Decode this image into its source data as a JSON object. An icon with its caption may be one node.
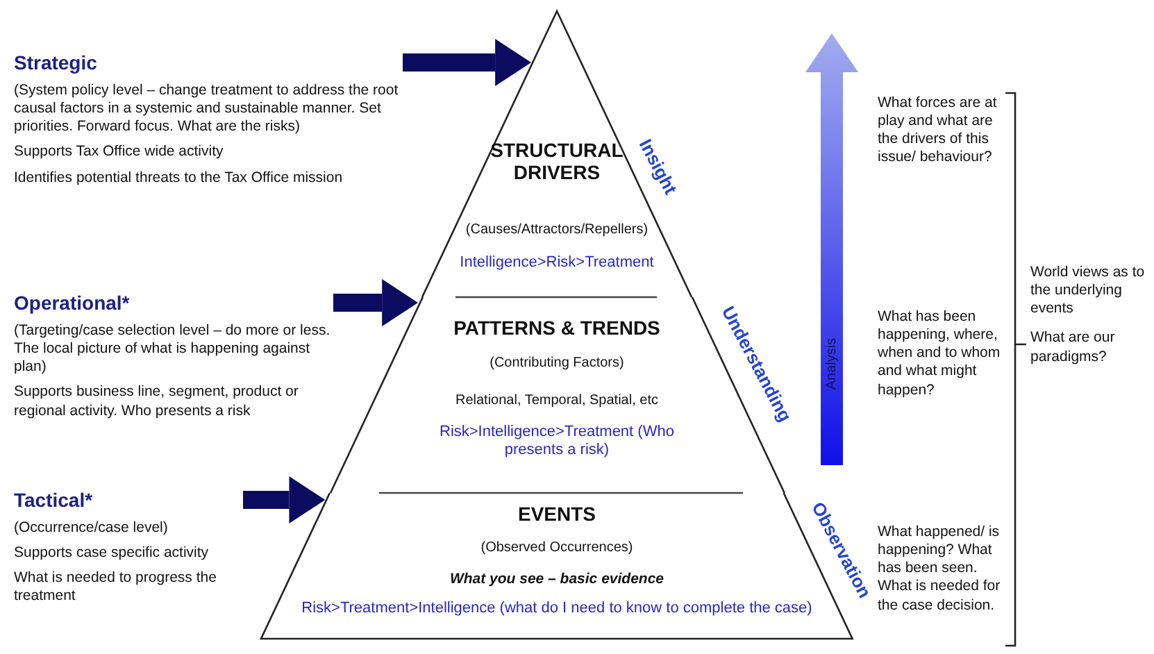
{
  "diagram": {
    "nodes": [
      {
        "text": [
          "Strategic",
          "(System policy level – change treatment to address the root causal factors in a systemic and sustainable manner. Set priorities. Forward focus. What are the risks)",
          "Supports Tax Office wide activity",
          "Identifies potential threats to the Tax Office mission"
        ]
      },
      {
        "text": [
          "Operational*",
          "(Targeting/case selection level – do more or less. The local picture of what is happening against plan)",
          "Supports business line, segment, product or regional activity. Who presents a risk"
        ]
      },
      {
        "text": [
          "Tactical*",
          "(Occurrence/case level)",
          "Supports case specific activity",
          "What is needed to progress the treatment"
        ]
      },
      {
        "text": [
          "STRUCTURAL DRIVERS",
          "(Causes/Attractors/Repellers)",
          "Intelligence>Risk>Treatment"
        ]
      },
      {
        "text": [
          "PATTERNS & TRENDS",
          "(Contributing Factors)",
          "Relational, Temporal, Spatial, etc",
          "Risk>Intelligence>Treatment (Who presents a risk)"
        ]
      },
      {
        "text": [
          "EVENTS",
          "(Observed Occurrences)",
          "What you see – basic evidence",
          "Risk>Treatment>Intelligence (what do I need to know to complete the case)"
        ]
      },
      {
        "text": [
          "What forces are at play and what are the drivers of this issue/ behaviour?"
        ]
      },
      {
        "text": [
          "What has been happening, where, when and to whom and what might happen?"
        ]
      },
      {
        "text": [
          "What happened/ is happening? What has been seen. What is needed for the case decision."
        ]
      },
      {
        "text": [
          "World views as to the underlying events",
          "What are our paradigms?"
        ]
      }
    ],
    "edges": [
      {
        "from": 0,
        "to": 3,
        "arrow": "to"
      },
      {
        "from": 1,
        "to": 4,
        "arrow": "to"
      },
      {
        "from": 2,
        "to": 5,
        "arrow": "to"
      }
    ],
    "labels": [
      "Insight",
      "Understanding",
      "Observation",
      "Analysis"
    ]
  }
}
